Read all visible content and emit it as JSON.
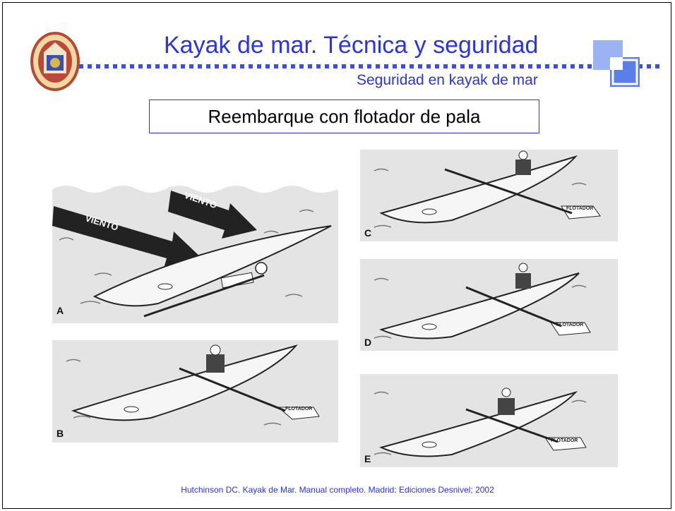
{
  "slide": {
    "title": "Kayak de mar. Técnica y seguridad",
    "subtitle": "Seguridad en kayak de mar",
    "heading": "Reembarque con flotador de pala",
    "citation": "Hutchinson DC. Kayak de Mar. Manual completo. Madrid: Ediciones Desnivel; 2002"
  },
  "figure": {
    "wind_label_1": "VIENTO",
    "wind_label_2": "VIENTO",
    "float_label": "FLOTADOR",
    "panels": [
      "A",
      "B",
      "C",
      "D",
      "E"
    ]
  },
  "colors": {
    "accent": "#2a34e0",
    "logo_light": "#9bb3f2",
    "logo_dark": "#4a6ee6"
  }
}
